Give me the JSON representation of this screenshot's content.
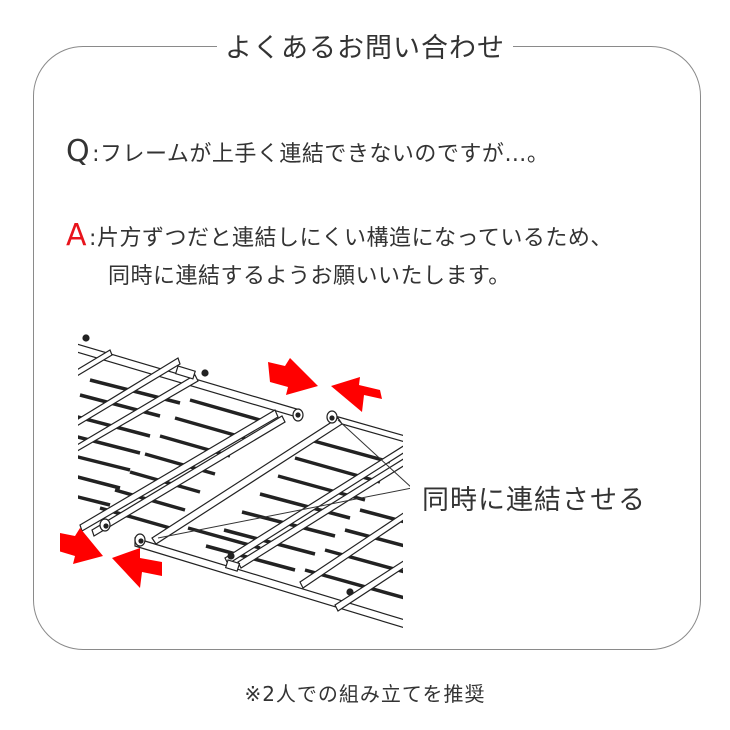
{
  "title": "よくあるお問い合わせ",
  "question": {
    "mark": "Q",
    "separator": ":",
    "text": "フレームが上手く連結できないのですが…。"
  },
  "answer": {
    "mark": "A",
    "separator": ":",
    "line1": "片方ずつだと連結しにくい構造になっているため、",
    "line2": "同時に連結するようお願いいたします。"
  },
  "illustration": {
    "description": "two frame sections with red arrows pushing them together",
    "callout": "同時に連結させる"
  },
  "footnote": "※2人での組み立てを推奨",
  "colors": {
    "text": "#333333",
    "accent_red": "#e8141c",
    "frame_border": "#8a8a8a",
    "background": "#ffffff"
  }
}
